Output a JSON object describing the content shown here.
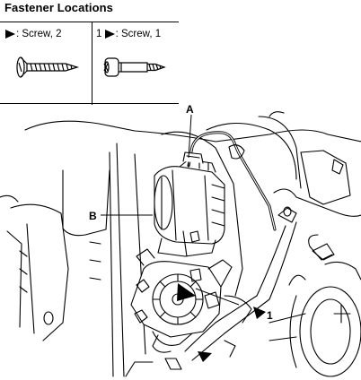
{
  "title": "Fastener Locations",
  "legend": [
    {
      "prefix": "",
      "suffix": ": Screw, 2"
    },
    {
      "prefix": "1",
      "suffix": ": Screw, 1"
    }
  ],
  "callouts": {
    "a": "A",
    "b": "B",
    "one": "1"
  }
}
